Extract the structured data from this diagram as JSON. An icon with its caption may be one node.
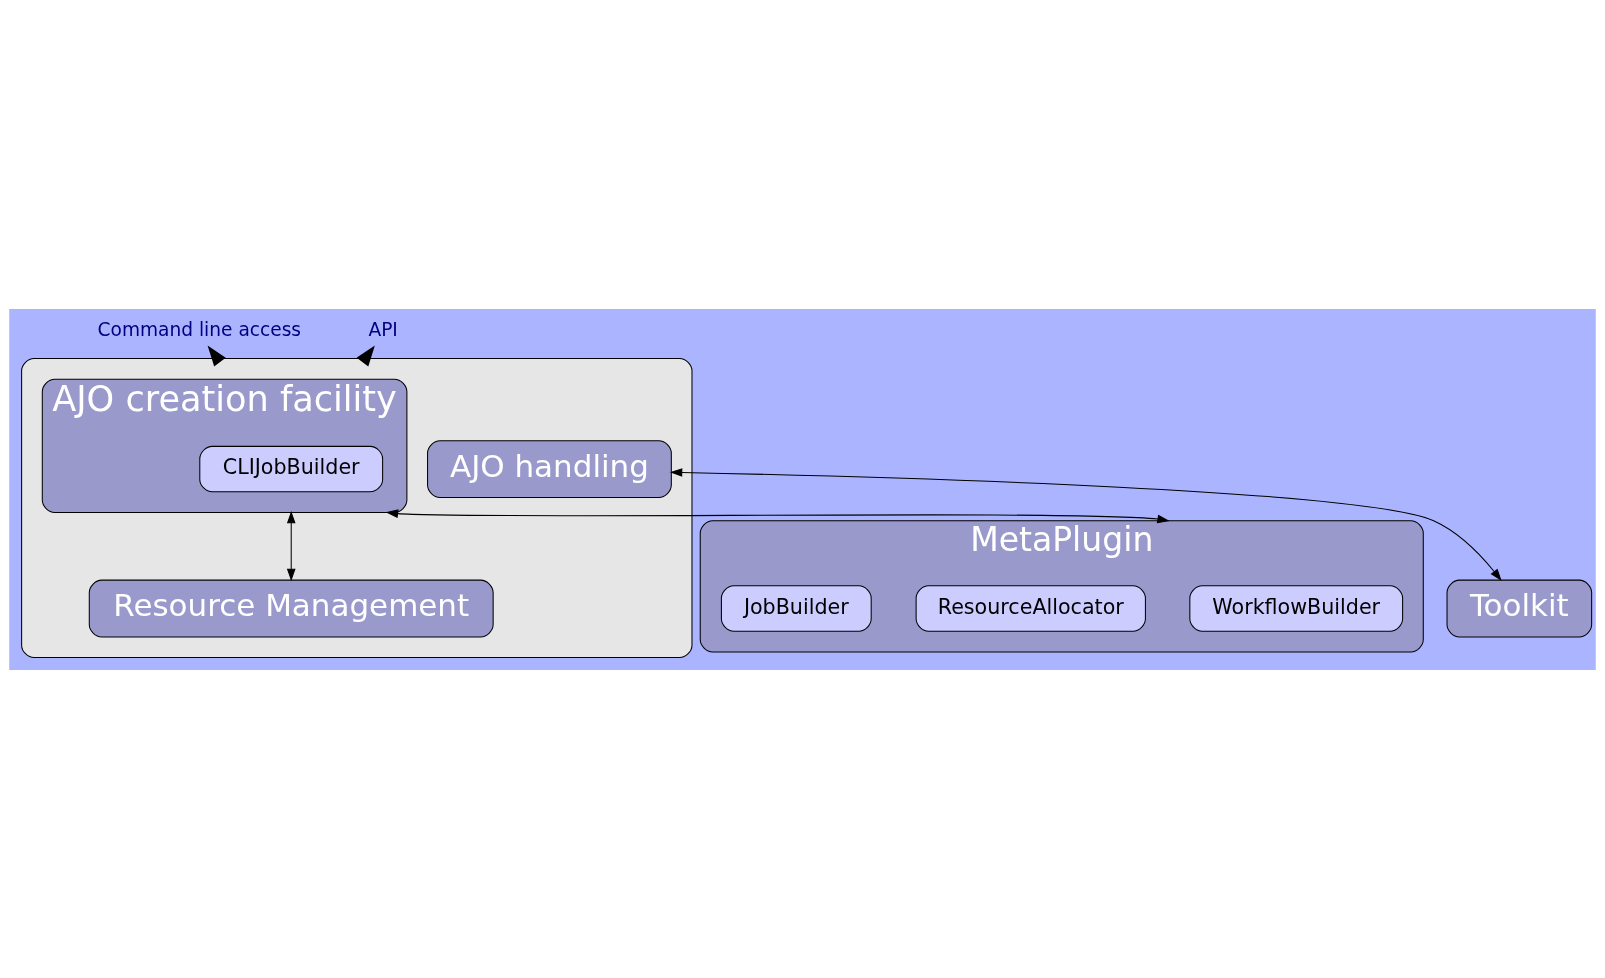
{
  "diagram": {
    "nodes": [
      {
        "text": [],
        "shape": "box"
      },
      {
        "text": [
          "AJO creation facility"
        ],
        "in": 0
      },
      {
        "text": [
          "CLIJobBuilder"
        ],
        "in": 1
      },
      {
        "text": [
          "Resource Management"
        ],
        "in": 0
      },
      {
        "text": [
          "AJO handling"
        ],
        "in": 0
      },
      {
        "text": [
          "MetaPlugin"
        ]
      },
      {
        "text": [
          "WorkflowBuilder"
        ],
        "in": 5
      },
      {
        "text": [
          "ResourceAllocator"
        ],
        "in": 5
      },
      {
        "text": [
          "JobBuilder"
        ],
        "in": 5
      },
      {
        "text": [
          "Toolkit"
        ]
      },
      {
        "text": [
          "Command line access"
        ]
      },
      {
        "text": [
          "API"
        ]
      }
    ],
    "edges": [
      {
        "from": 0,
        "to": 10,
        "arrow": "to",
        "style": "thick"
      },
      {
        "from": 0,
        "to": 11,
        "arrow": "to",
        "style": "thick"
      },
      {
        "from": 1,
        "to": 5,
        "arrow": "both"
      },
      {
        "from": 1,
        "to": 3,
        "arrow": "both"
      },
      {
        "from": 4,
        "to": 9,
        "arrow": "both"
      }
    ]
  }
}
